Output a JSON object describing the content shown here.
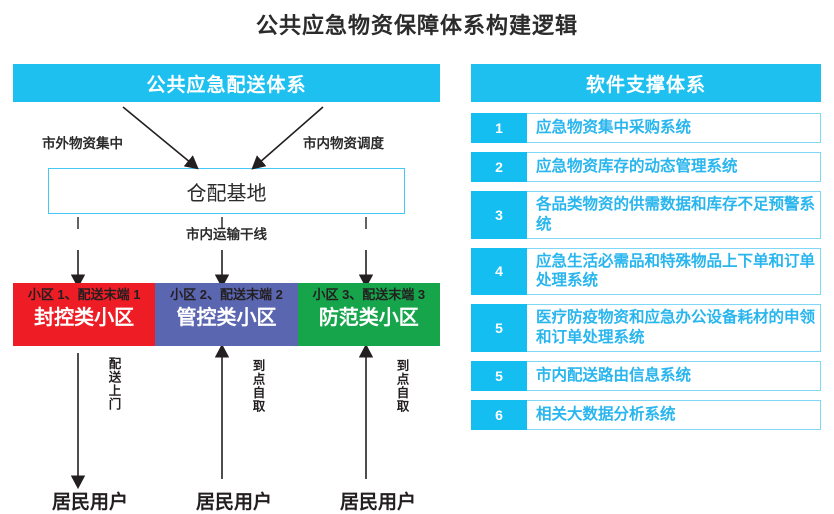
{
  "title": "公共应急物资保障体系构建逻辑",
  "colors": {
    "header_cyan": "#1ec0f0",
    "number_cyan": "#15bef0",
    "list_text_blue": "#29b6ee",
    "list_border_blue": "#7fd8f7",
    "block_red": "#ee1c25",
    "block_purple": "#5b66b0",
    "block_green": "#17a54c",
    "hub_border": "#45c8f5"
  },
  "left_panel": {
    "header": "公共应急配送体系",
    "inflow_left_label": "市外物资集中",
    "inflow_right_label": "市内物资调度",
    "hub": "仓配基地",
    "trunk_label": "市内运输干线",
    "blocks": [
      {
        "top": "小区 1、配送末端 1",
        "main": "封控类小区",
        "color": "red"
      },
      {
        "top": "小区 2、配送末端 2",
        "main": "管控类小区",
        "color": "purple"
      },
      {
        "top": "小区 3、配送末端 3",
        "main": "防范类小区",
        "color": "green"
      }
    ],
    "delivery_modes": [
      "配送上门",
      "到点自取",
      "到点自取"
    ],
    "residents": [
      "居民用户",
      "居民用户",
      "居民用户"
    ]
  },
  "right_panel": {
    "header": "软件支撑体系",
    "items": [
      {
        "num": "1",
        "text": "应急物资集中采购系统"
      },
      {
        "num": "2",
        "text": "应急物资库存的动态管理系统"
      },
      {
        "num": "3",
        "text": "各品类物资的供需数据和库存不足预警系统"
      },
      {
        "num": "4",
        "text": "应急生活必需品和特殊物品上下单和订单处理系统"
      },
      {
        "num": "5",
        "text": "医疗防疫物资和应急办公设备耗材的申领和订单处理系统"
      },
      {
        "num": "5",
        "text": "市内配送路由信息系统"
      },
      {
        "num": "6",
        "text": "相关大数据分析系统"
      }
    ]
  }
}
